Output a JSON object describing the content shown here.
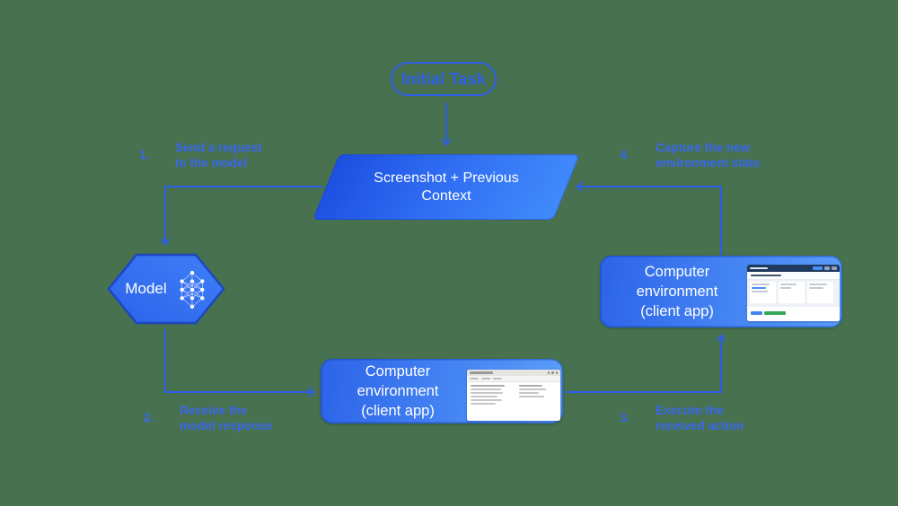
{
  "colors": {
    "background_green": "#47714f",
    "arrow_blue": "#2b5de8",
    "label_blue": "#3a67ee",
    "pill_outline_blue": "#2e5fe7",
    "parallelogram_gradient": [
      "#1c4fe0",
      "#418bfb"
    ],
    "env_box_gradient": [
      "#2c63e8",
      "#5b9df9"
    ],
    "node_text_white": "#ffffff",
    "thumbnail_header_navy": "#203a5e",
    "progress_blue": "#4285f4",
    "progress_green": "#34a853"
  },
  "nodes": {
    "initial_task": {
      "label": "Initial Task"
    },
    "screenshot_context": {
      "label": "Screenshot + Previous\nContext"
    },
    "model": {
      "label": "Model",
      "icon": "neural-network-icon"
    },
    "computer_env_bottom": {
      "label": "Computer environment\n(client app)",
      "thumbnail": "desktop-app-screenshot-thumbnail"
    },
    "computer_env_right": {
      "label": "Computer environment\n(client app)",
      "thumbnail": "web-app-screenshot-thumbnail"
    }
  },
  "steps": [
    {
      "number": "1.",
      "label": "Send a request\nto the model"
    },
    {
      "number": "2.",
      "label": "Receive the\nmodel response"
    },
    {
      "number": "3.",
      "label": "Execute the\nreceived action"
    },
    {
      "number": "4.",
      "label": "Capture the new\nenvironment state"
    }
  ]
}
